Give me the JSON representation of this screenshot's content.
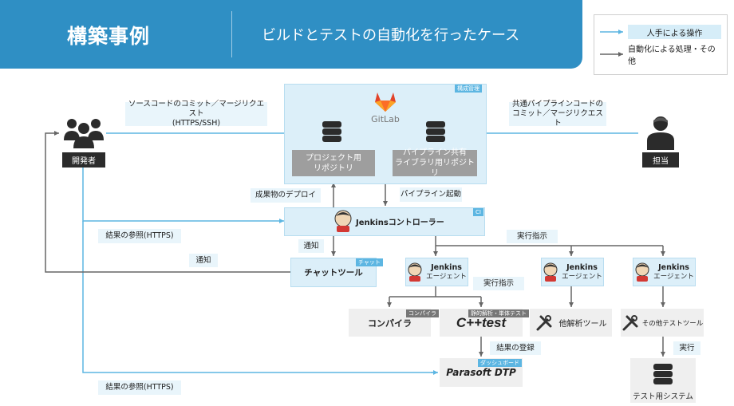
{
  "header": {
    "title": "構築事例",
    "subtitle": "ビルドとテストの自動化を行ったケース"
  },
  "legend": {
    "manual": "人手による操作",
    "auto": "自動化による処理・その他"
  },
  "actors": {
    "developer": "開発者",
    "owner": "担当"
  },
  "gitlab": {
    "tag": "構成管理",
    "logo_text": "GitLab",
    "project_repo": "プロジェクト用\nリポジトリ",
    "pipeline_repo": "パイプライン共有\nライブラリ用リポジトリ"
  },
  "jenkins": {
    "tag": "CI",
    "controller": "Jenkinsコントローラー",
    "agent_name": "Jenkins",
    "agent_sub": "エージェント"
  },
  "chat": {
    "tag": "チャット",
    "label": "チャットツール"
  },
  "tools": {
    "compiler_tag": "コンパイラ",
    "compiler": "コンパイラ",
    "cpptest_tag": "静的解析・単体テスト",
    "cpptest": "C++test",
    "analysis": "他解析ツール",
    "other_test": "その他テストツール",
    "test_system": "テスト用システム",
    "dtp_tag": "ダッシュボード",
    "dtp": "Parasoft DTP"
  },
  "labels": {
    "commit_dev": "ソースコードのコミット／マージリクエスト\n(HTTPS/SSH)",
    "commit_owner": "共通パイプラインコードの\nコミット／マージリクエスト",
    "deploy": "成果物のデプロイ",
    "pipeline_start": "パイプライン起動",
    "result_ref_1": "結果の参照(HTTPS)",
    "notify_1": "通知",
    "notify_2": "通知",
    "exec_1": "実行指示",
    "exec_2": "実行指示",
    "register": "結果の登録",
    "exec_3": "実行",
    "result_ref_2": "結果の参照(HTTPS)"
  },
  "colors": {
    "header_bg": "#2f8fc4",
    "manual_arrow": "#5db6e2",
    "auto_arrow": "#666666",
    "panel_bg": "#dceff9",
    "label_bg": "#e9f5fb"
  }
}
